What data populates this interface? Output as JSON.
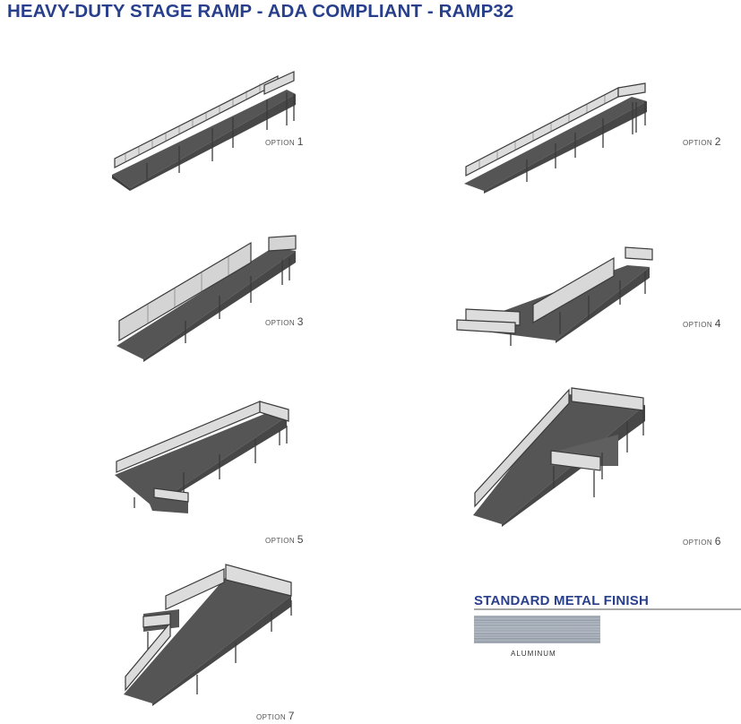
{
  "page": {
    "title": "HEAVY-DUTY STAGE RAMP - ADA COMPLIANT - RAMP32",
    "title_color": "#283f8c"
  },
  "options": [
    {
      "prefix": "OPTION",
      "number": "1",
      "shape": "straight-ramp-with-top-landing"
    },
    {
      "prefix": "OPTION",
      "number": "2",
      "shape": "long-straight-ramp-with-landing"
    },
    {
      "prefix": "OPTION",
      "number": "3",
      "shape": "straight-ramp-one-side-rail"
    },
    {
      "prefix": "OPTION",
      "number": "4",
      "shape": "straight-ramp-with-bottom-turn"
    },
    {
      "prefix": "OPTION",
      "number": "5",
      "shape": "straight-ramp-with-switchback-end"
    },
    {
      "prefix": "OPTION",
      "number": "6",
      "shape": "ramp-with-wide-top-landing"
    },
    {
      "prefix": "OPTION",
      "number": "7",
      "shape": "switchback-ramp"
    }
  ],
  "finish": {
    "heading": "STANDARD METAL FINISH",
    "swatch_label": "ALUMINUM",
    "swatch_color": "#a2aab5"
  },
  "colors": {
    "deck": "#555555",
    "skirt": "#4a4a4a",
    "rail": "#3a3a3a",
    "rail_fill": "#d8d8d8"
  }
}
